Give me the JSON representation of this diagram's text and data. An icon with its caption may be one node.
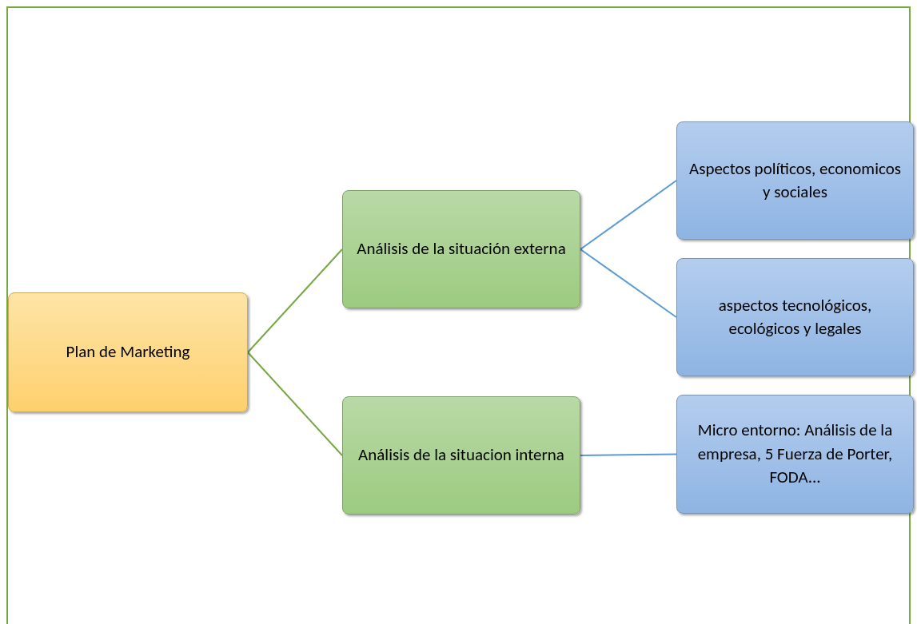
{
  "diagram": {
    "nodes": [
      {
        "text": [
          "Plan de Marketing"
        ]
      },
      {
        "text": [
          "Análisis de la situación externa"
        ]
      },
      {
        "text": [
          "Análisis de la situacion interna"
        ]
      },
      {
        "text": [
          "Aspectos políticos, economicos y sociales"
        ]
      },
      {
        "text": [
          "aspectos tecnológicos, ecológicos y legales"
        ]
      },
      {
        "text": [
          "Micro entorno: Análisis de la empresa, 5 Fuerza de Porter, FODA..."
        ]
      }
    ],
    "edges": [
      {
        "from": 0,
        "to": 1,
        "arrow": "none",
        "color": "#77a845"
      },
      {
        "from": 0,
        "to": 2,
        "arrow": "none",
        "color": "#77a845"
      },
      {
        "from": 1,
        "to": 3,
        "arrow": "none"
      },
      {
        "from": 1,
        "to": 4,
        "arrow": "none"
      },
      {
        "from": 2,
        "to": 5,
        "arrow": "none"
      }
    ]
  }
}
